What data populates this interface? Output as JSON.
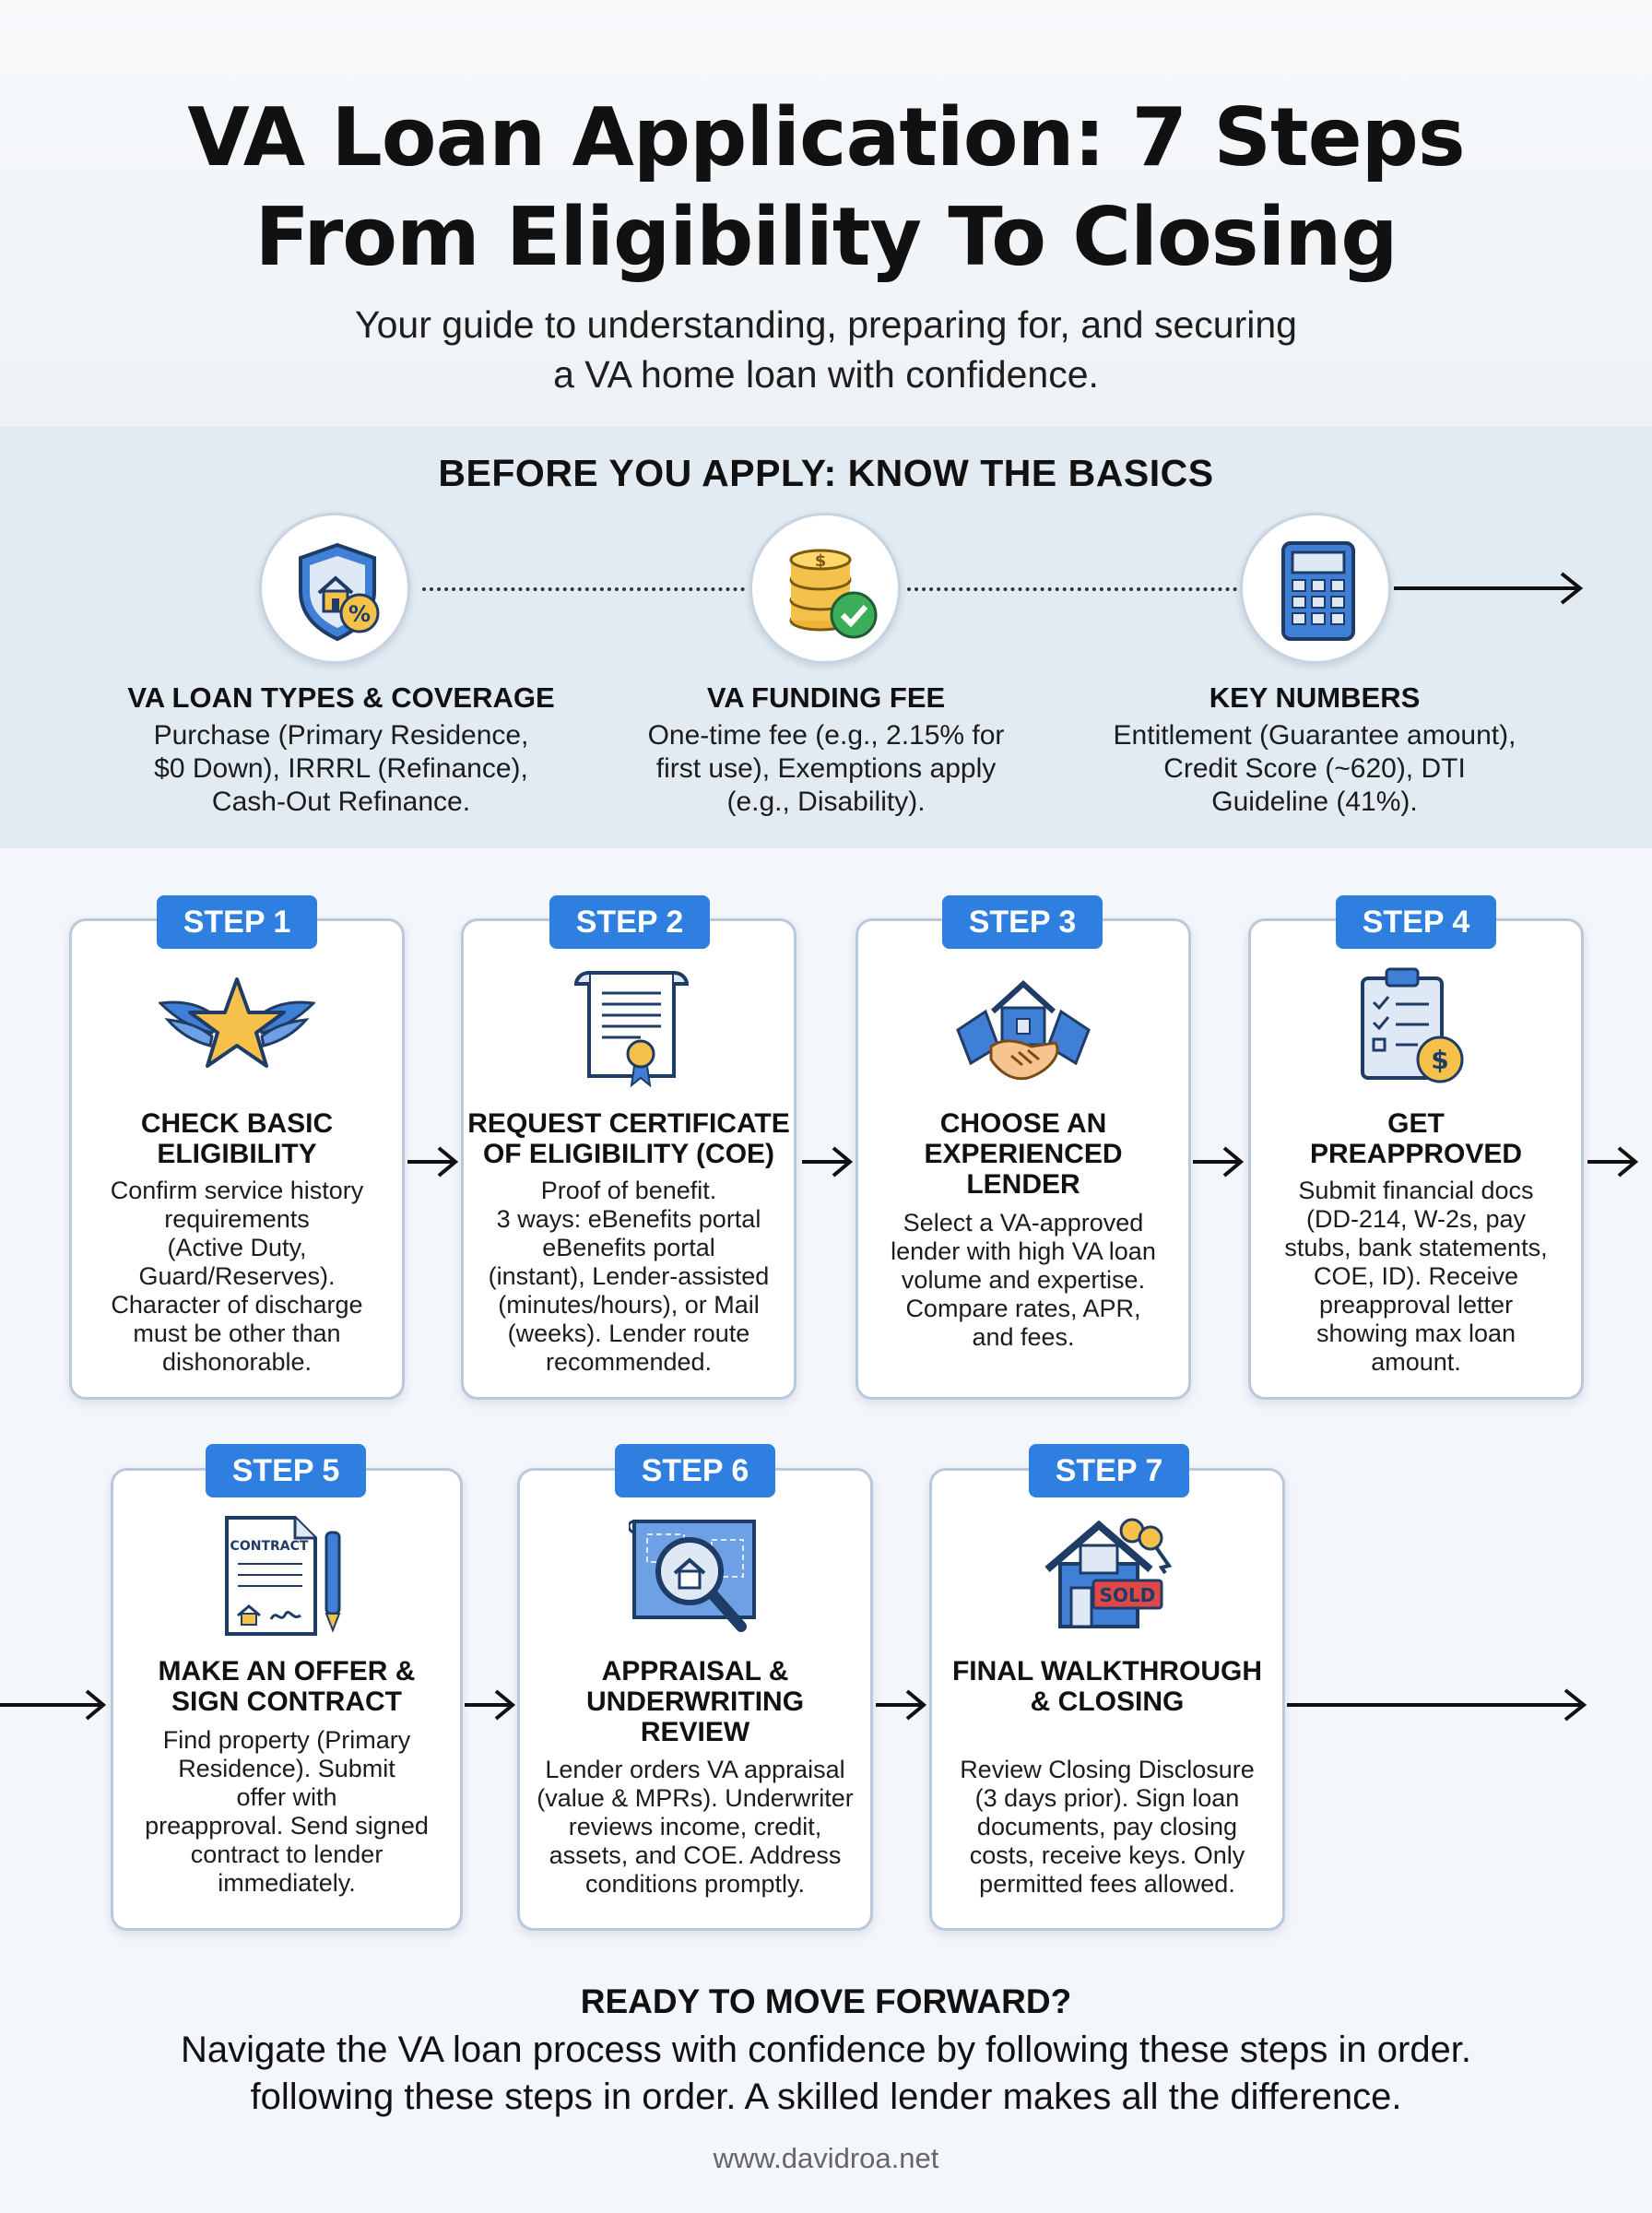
{
  "title": {
    "line1": "VA Loan Application: 7 Steps",
    "line2": "From Eligibility To Closing"
  },
  "subtitle": {
    "line1": "Your guide to understanding, preparing for, and securing",
    "line2": "a VA home loan with confidence."
  },
  "basics": {
    "heading": "BEFORE YOU APPLY: KNOW THE BASICS",
    "items": [
      {
        "icon": "shield-house-percent-icon",
        "title": "VA LOAN TYPES & COVERAGE",
        "lines": [
          "Purchase (Primary Residence,",
          "$0 Down), IRRRL (Refinance),",
          "Cash-Out Refinance."
        ]
      },
      {
        "icon": "coins-check-icon",
        "title": "VA FUNDING FEE",
        "lines": [
          "One-time fee (e.g., 2.15% for",
          "first use), Exemptions apply",
          "(e.g., Disability)."
        ]
      },
      {
        "icon": "calculator-icon",
        "title": "KEY NUMBERS",
        "lines": [
          "Entitlement (Guarantee amount),",
          "Credit Score (~620), DTI",
          "Guideline (41%)."
        ]
      }
    ]
  },
  "steps": [
    {
      "badge": "STEP 1",
      "icon": "winged-star-icon",
      "title": [
        "CHECK BASIC",
        "ELIGIBILITY"
      ],
      "text": [
        "Confirm service history",
        "requirements",
        "(Active Duty,",
        "Guard/Reserves).",
        "Character of discharge",
        "must be other than",
        "dishonorable."
      ]
    },
    {
      "badge": "STEP 2",
      "icon": "certificate-scroll-icon",
      "title": [
        "REQUEST CERTIFICATE",
        "OF ELIGIBILITY (COE)"
      ],
      "text": [
        "Proof of benefit.",
        "3 ways: eBenefits portal",
        "eBenefits portal",
        "(instant), Lender-assisted",
        "(minutes/hours), or Mail",
        "(weeks). Lender route",
        "recommended."
      ]
    },
    {
      "badge": "STEP 3",
      "icon": "handshake-house-icon",
      "title": [
        "CHOOSE AN",
        "EXPERIENCED",
        "LENDER"
      ],
      "text": [
        "Select a VA-approved",
        "lender with high VA loan",
        "volume and expertise.",
        "Compare rates, APR,",
        "and fees."
      ]
    },
    {
      "badge": "STEP 4",
      "icon": "clipboard-dollar-icon",
      "title": [
        "GET",
        "PREAPPROVED"
      ],
      "text": [
        "Submit financial docs",
        "(DD-214, W-2s, pay",
        "stubs, bank statements,",
        "COE, ID). Receive",
        "preapproval letter",
        "showing max loan",
        "amount."
      ]
    },
    {
      "badge": "STEP 5",
      "icon": "contract-pen-icon",
      "icon_text": "CONTRACT",
      "title": [
        "MAKE AN OFFER &",
        "SIGN CONTRACT"
      ],
      "text": [
        "Find property (Primary",
        "Residence). Submit",
        "offer with",
        "preapproval. Send signed",
        "contract to lender",
        "immediately."
      ]
    },
    {
      "badge": "STEP 6",
      "icon": "blueprint-magnifier-icon",
      "title": [
        "APPRAISAL &",
        "UNDERWRITING",
        "REVIEW"
      ],
      "text": [
        "Lender orders VA appraisal",
        "(value & MPRs). Underwriter",
        "reviews income, credit,",
        "assets, and COE. Address",
        "conditions promptly."
      ]
    },
    {
      "badge": "STEP 7",
      "icon": "sold-house-keys-icon",
      "icon_text": "SOLD",
      "title": [
        "FINAL WALKTHROUGH",
        "& CLOSING"
      ],
      "text": [
        "Review Closing Disclosure",
        "(3 days prior). Sign loan",
        "documents, pay closing",
        "costs, receive keys. Only",
        "permitted fees allowed."
      ]
    }
  ],
  "cta": {
    "title": "READY TO MOVE FORWARD?",
    "line1": "Navigate the VA loan process with confidence by following these steps in order.",
    "line2": "following these steps in order. A skilled lender makes all the difference."
  },
  "footer": "www.davidroa.net",
  "colors": {
    "accent_blue": "#2f7fe0",
    "card_border": "#b9c9dc",
    "gold": "#f6c14b"
  }
}
